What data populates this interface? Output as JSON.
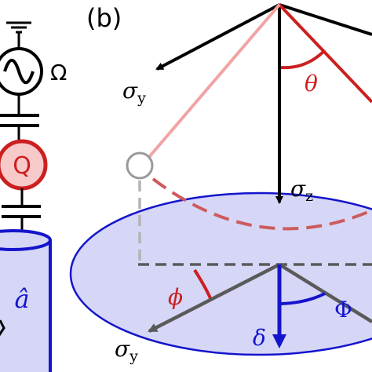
{
  "panel_label": "(b)",
  "circuit": {
    "drive_label": "Ω",
    "qubit_label": "Q",
    "cavity_label": "â"
  },
  "bloch": {
    "sigma_y_top": "σ",
    "sigma_y_top_sub": "y",
    "sigma_z": "σ",
    "sigma_z_sub": "z",
    "theta": "θ",
    "phi": "ϕ",
    "Phi": "Φ",
    "delta": "δ",
    "sigma_y_bottom": "σ",
    "sigma_y_bottom_sub": "y"
  },
  "colors": {
    "black": "#000000",
    "red": "#cc1f1f",
    "pink": "#f2a3a3",
    "blue": "#1414cc",
    "disk_fill": "#d6d6f7",
    "qubit_fill": "#f7c9c9",
    "gray": "#5a5a5a",
    "light_gray": "#b4b4b4"
  }
}
